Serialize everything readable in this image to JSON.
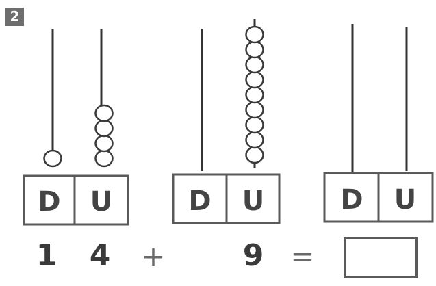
{
  "exercise": {
    "number": "2",
    "place_label_tens": "D",
    "place_label_units": "U",
    "abacus": [
      {
        "tens_beads": 1,
        "units_beads": 4
      },
      {
        "tens_beads": 0,
        "units_beads": 9
      },
      {
        "tens_beads": 0,
        "units_beads": 0
      }
    ],
    "equation": {
      "first_tens": "1",
      "first_units": "4",
      "plus": "+",
      "second_units": "9",
      "equals": "="
    }
  }
}
